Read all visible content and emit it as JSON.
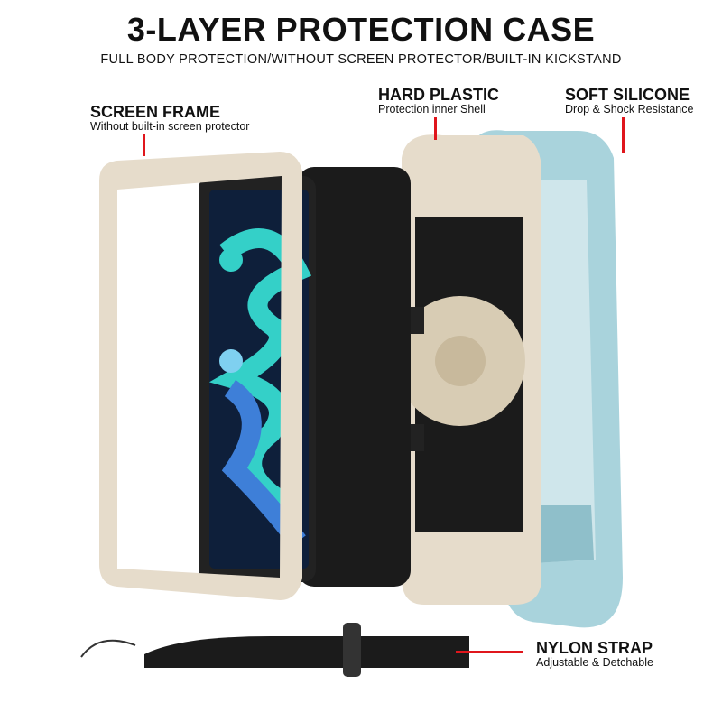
{
  "header": {
    "title": "3-LAYER PROTECTION CASE",
    "subtitle": "FULL BODY PROTECTION/WITHOUT SCREEN PROTECTOR/BUILT-IN KICKSTAND"
  },
  "labels": [
    {
      "heading": "SCREEN FRAME",
      "detail": "Without built-in screen protector"
    },
    {
      "heading": "HARD PLASTIC",
      "detail": "Protection inner Shell"
    },
    {
      "heading": "SOFT SILICONE",
      "detail": "Drop & Shock Resistance"
    },
    {
      "heading": "NYLON STRAP",
      "detail": "Adjustable & Detchable"
    }
  ],
  "colors": {
    "accent": "#e0161c",
    "frame": "#e6dccb",
    "silicone": "#a9d3dc",
    "tablet": "#1b1b1b"
  }
}
